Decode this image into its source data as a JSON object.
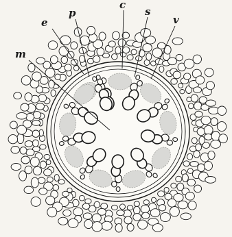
{
  "figure": {
    "labels": [
      {
        "id": "e",
        "text": "e"
      },
      {
        "id": "p",
        "text": "p"
      },
      {
        "id": "c",
        "text": "c"
      },
      {
        "id": "s",
        "text": "s"
      },
      {
        "id": "v",
        "text": "v"
      },
      {
        "id": "m",
        "text": "m"
      }
    ],
    "colors": {
      "ink": "#1a1a1a",
      "paper": "#f6f4ef",
      "phloem_shade": "#d9d9d6"
    }
  }
}
